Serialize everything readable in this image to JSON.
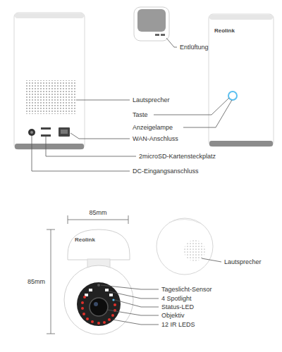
{
  "diagram": {
    "labels": [
      "Entlüftung",
      "Reolink",
      "Lautsprecher",
      "Taste",
      "Anzeigelampe",
      "WAN-Anschluss",
      "2microSD-Kartensteckplatz",
      "DC-Eingangsanschluss",
      "85mm",
      "85mm",
      "Reolink",
      "Lautsprecher",
      "Tageslicht-Sensor",
      "4 Spotlight",
      "Status-LED",
      "Objektiv",
      "12 IR LEDS"
    ]
  }
}
